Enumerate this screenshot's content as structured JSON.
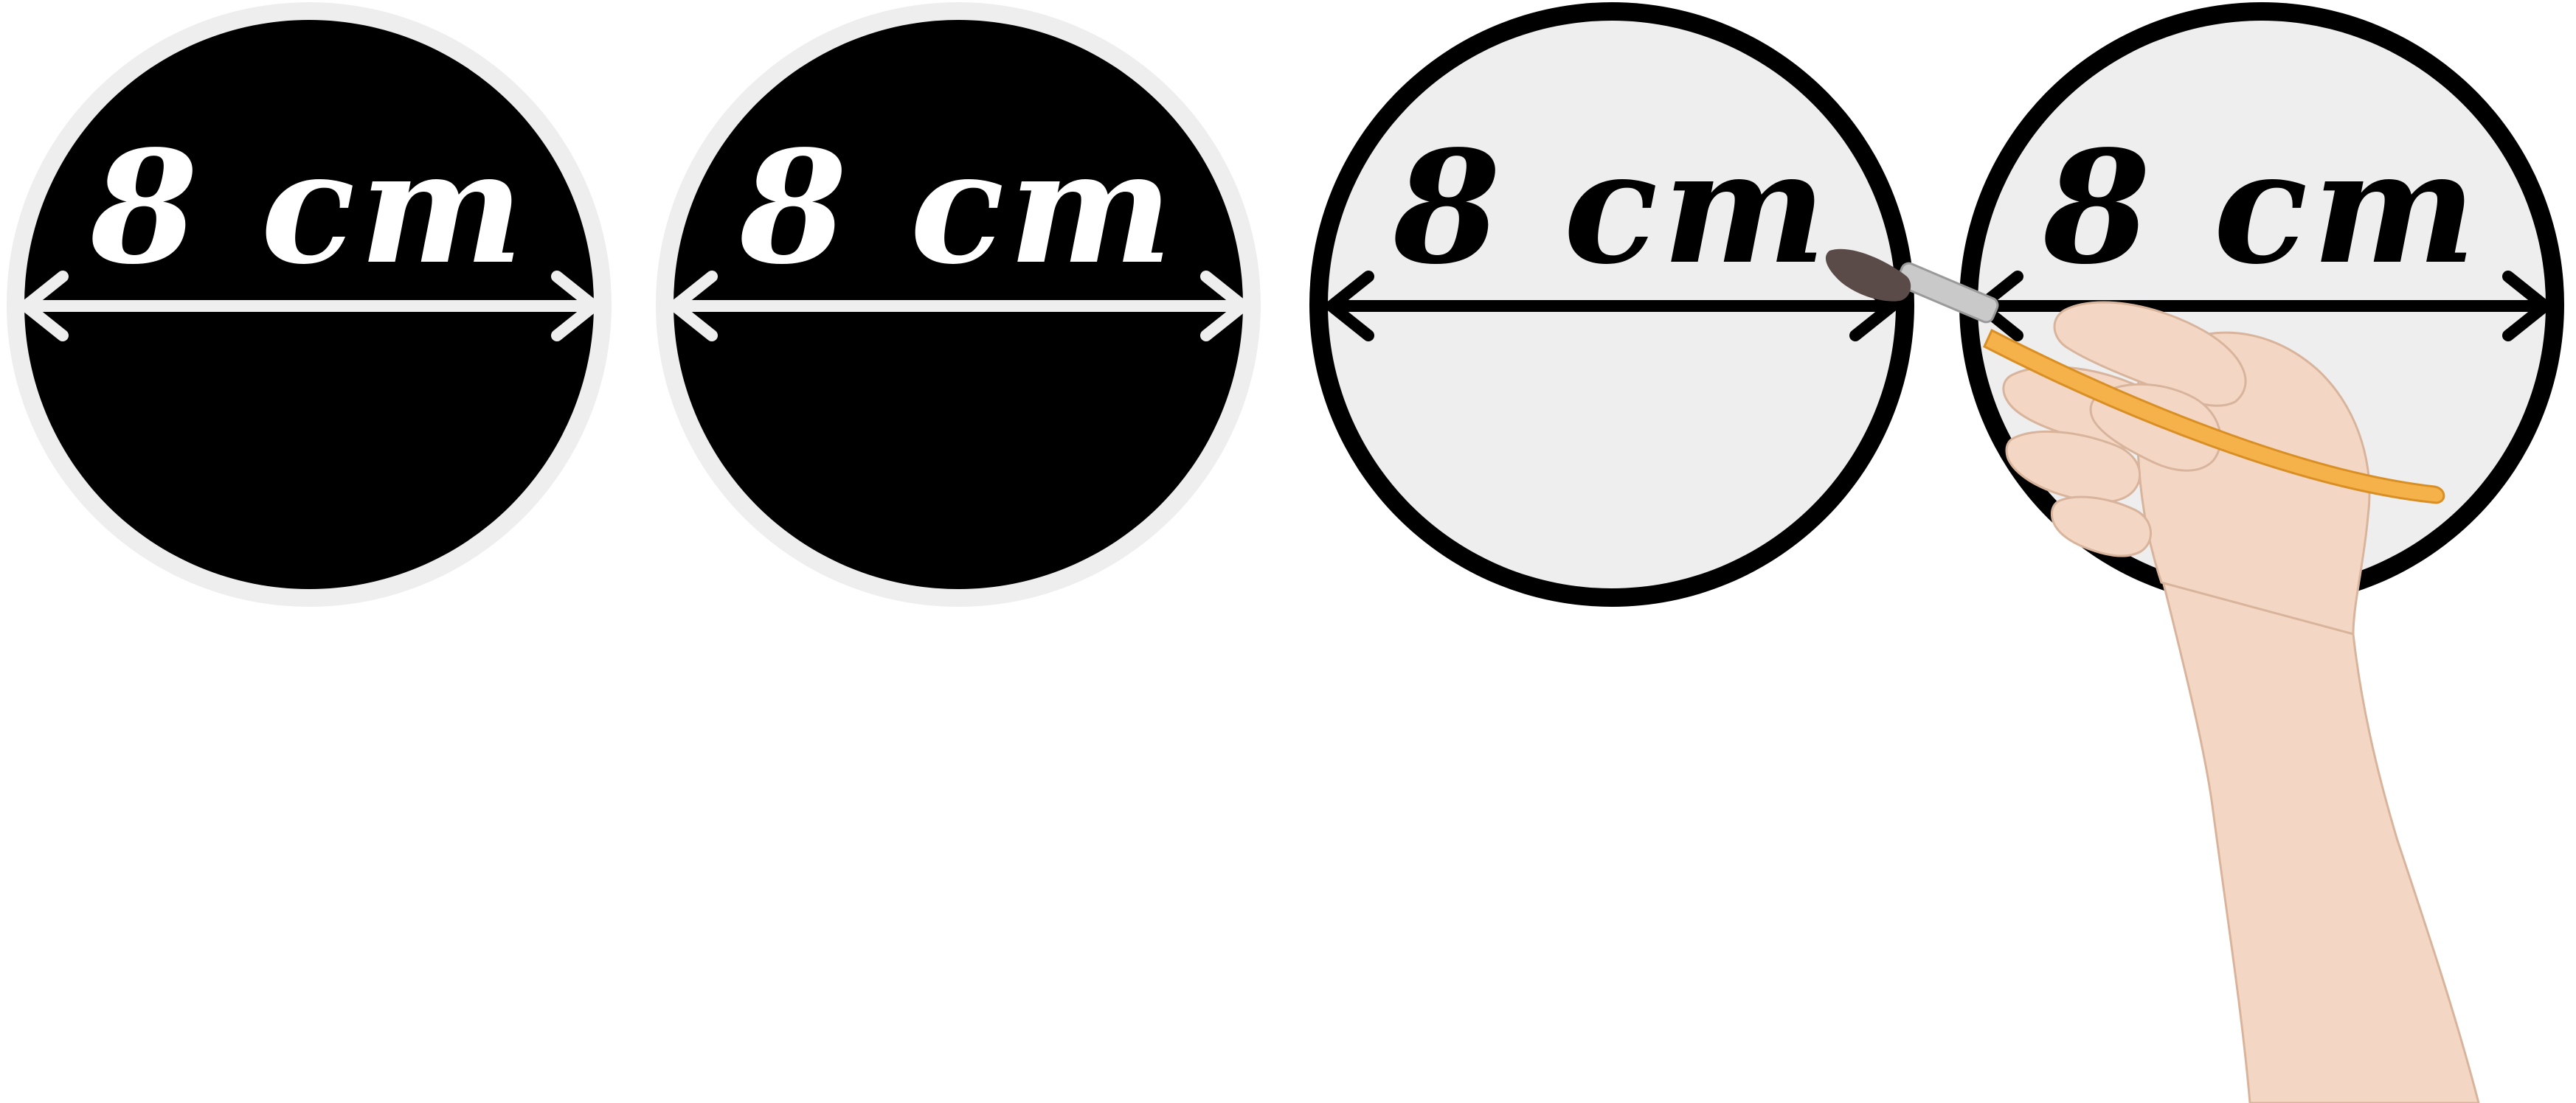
{
  "circles": [
    {
      "label": "8 cm",
      "style": "dark",
      "fill": "#000000",
      "ring": "#eeeeee",
      "text_color": "#ffffff",
      "arrow_color": "#eeeeee"
    },
    {
      "label": "8 cm",
      "style": "dark",
      "fill": "#000000",
      "ring": "#eeeeee",
      "text_color": "#ffffff",
      "arrow_color": "#eeeeee"
    },
    {
      "label": "8 cm",
      "style": "light",
      "fill": "#eeeeee",
      "ring": "#000000",
      "text_color": "#000000",
      "arrow_color": "#000000"
    },
    {
      "label": "8 cm",
      "style": "light",
      "fill": "#eeeeee",
      "ring": "#000000",
      "text_color": "#000000",
      "arrow_color": "#000000"
    }
  ],
  "illustration": {
    "hand": "hand-holding-paintbrush",
    "skin_color": "#f3d7c4",
    "brush_handle_color": "#f5b24a",
    "brush_ferrule_color": "#c9c9c9",
    "brush_bristle_color": "#5a4a48"
  }
}
